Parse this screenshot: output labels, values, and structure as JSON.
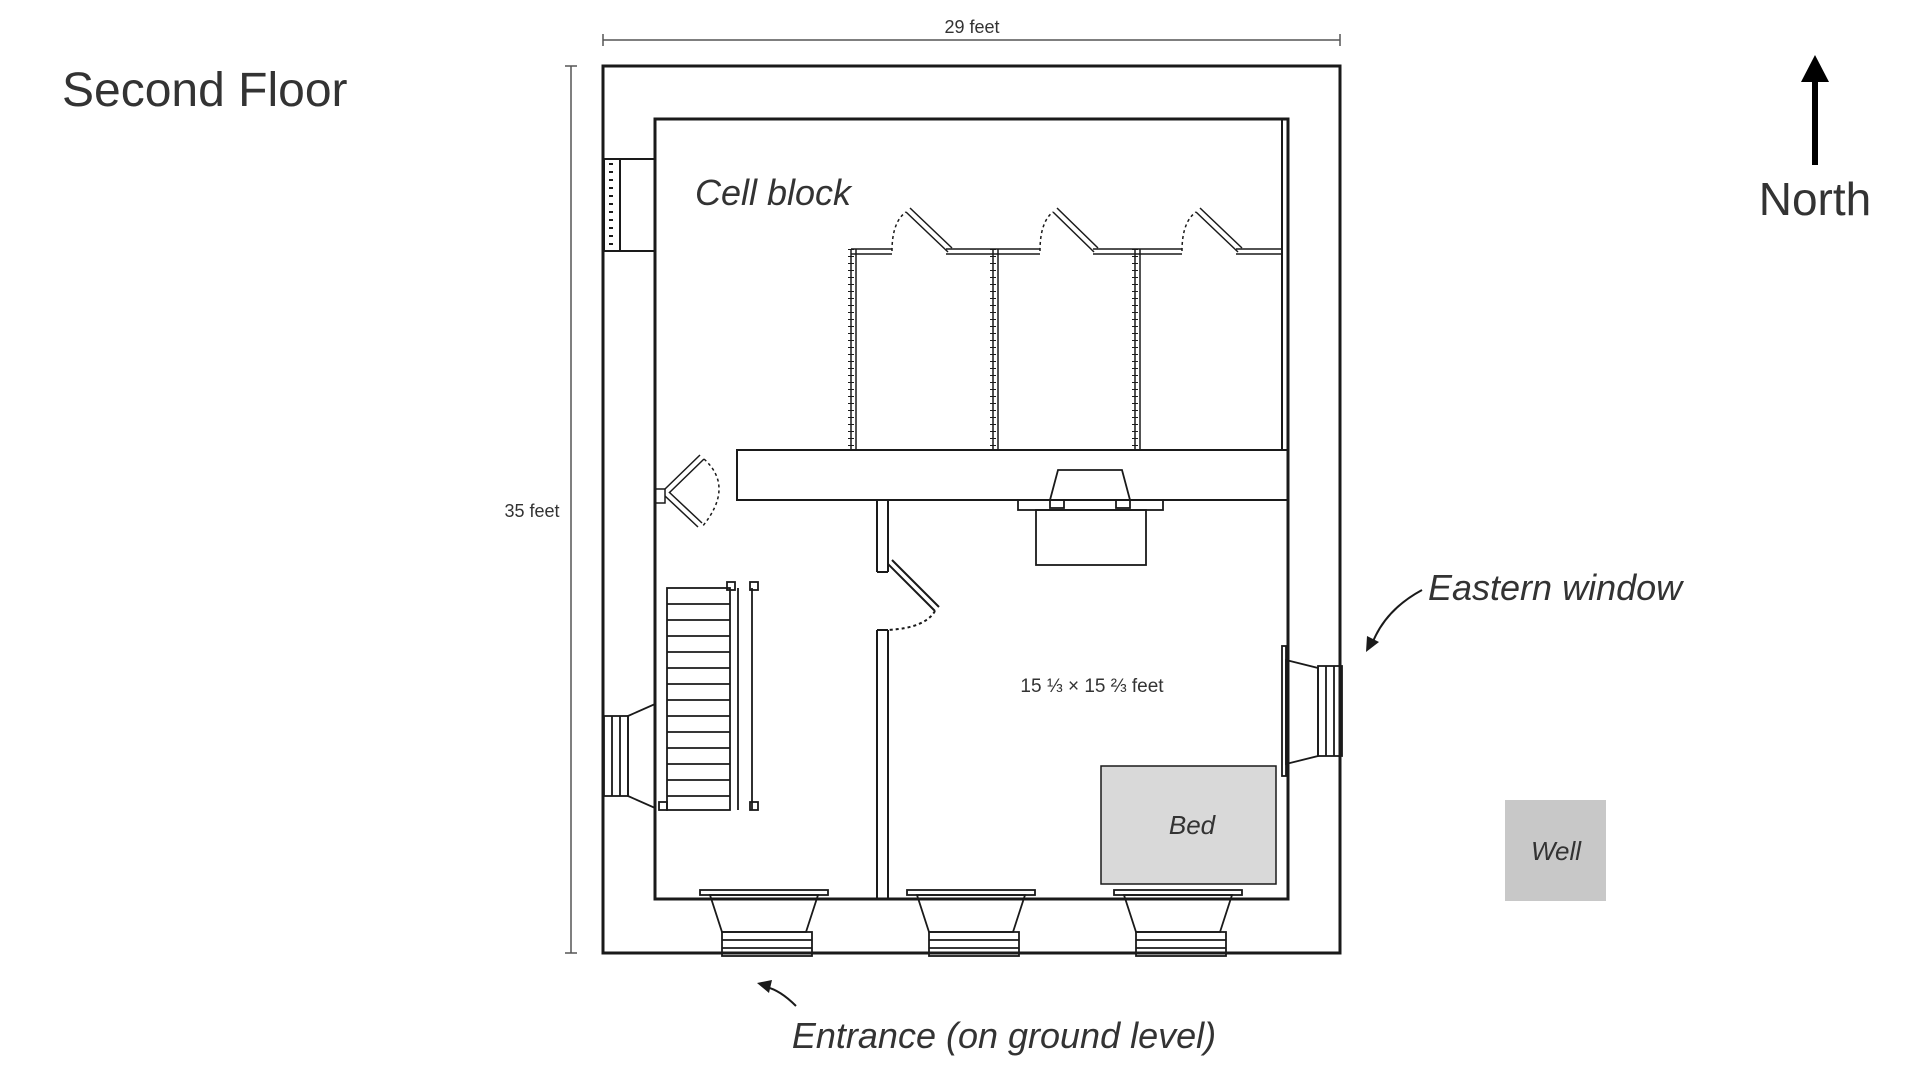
{
  "title": "Second Floor",
  "compass_label": "North",
  "dimensions": {
    "width_label": "29 feet",
    "depth_label": "35 feet",
    "room_size_label": "15 ⅓ × 15 ⅔ feet"
  },
  "labels": {
    "cell_block": "Cell block",
    "bed": "Bed",
    "well": "Well",
    "eastern_window": "Eastern window",
    "entrance": "Entrance (on ground level)"
  },
  "colors": {
    "line": "#1a1a1a",
    "text": "#333333",
    "fixture_fill": "#d9d9d9",
    "well_fill": "#c8c8c8"
  }
}
